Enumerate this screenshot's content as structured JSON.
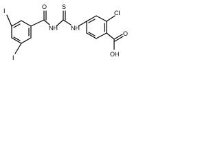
{
  "atoms": {
    "iodine_top": "I",
    "iodine_bottom": "I",
    "carbonyl_oxygen": "O",
    "amide_nh": "NH",
    "thiocarbonyl_sulfur": "S",
    "thiourea_nh": "NH",
    "chlorine": "Cl",
    "acid_oxygen": "O",
    "acid_hydroxyl": "OH"
  },
  "colors": {
    "bond": "#000000",
    "label": "#000000",
    "background": "#ffffff"
  }
}
